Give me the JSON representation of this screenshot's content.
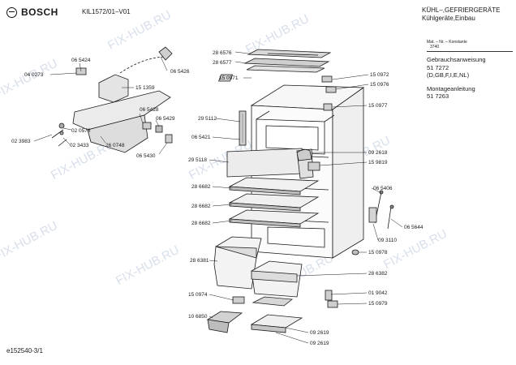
{
  "header": {
    "brand": "BOSCH",
    "model": "KIL1572/01–V01",
    "category_line1": "KÜHL–,GEFRIERGERÄTE",
    "category_line2": "Kühlgeräte,Einbau"
  },
  "info": {
    "stamp_line1": "Mat. – Nr. – Konstante",
    "stamp_line2": "3740",
    "manual_title": "Gebrauchsanweisung",
    "manual_number": "51 7272",
    "manual_langs": "(D,GB,F,I,E,NL)",
    "install_title": "Montageanleitung",
    "install_number": "51 7263"
  },
  "footer": {
    "doc_ref": "e152540-3/1"
  },
  "watermark": "FIX-HUB.RU",
  "part_labels": [
    "06 5424",
    "04 0273",
    "06 5426",
    "15 1359",
    "06 5428",
    "06 5429",
    "02 0578",
    "02 3983",
    "02 3433",
    "26 0748",
    "06 5430",
    "28 6576",
    "28 6577",
    "15 0971",
    "15 0972",
    "15 0976",
    "15 0977",
    "29 5112",
    "06 5421",
    "29 5118",
    "09 2618",
    "15 9819",
    "28 6682",
    "28 6682",
    "28 6682",
    "06 5406",
    "06 5644",
    "09 3110",
    "28 6381",
    "15 0978",
    "28 6382",
    "15 0974",
    "01 9042",
    "15 0979",
    "10 6850",
    "09 2619",
    "09 2619"
  ]
}
